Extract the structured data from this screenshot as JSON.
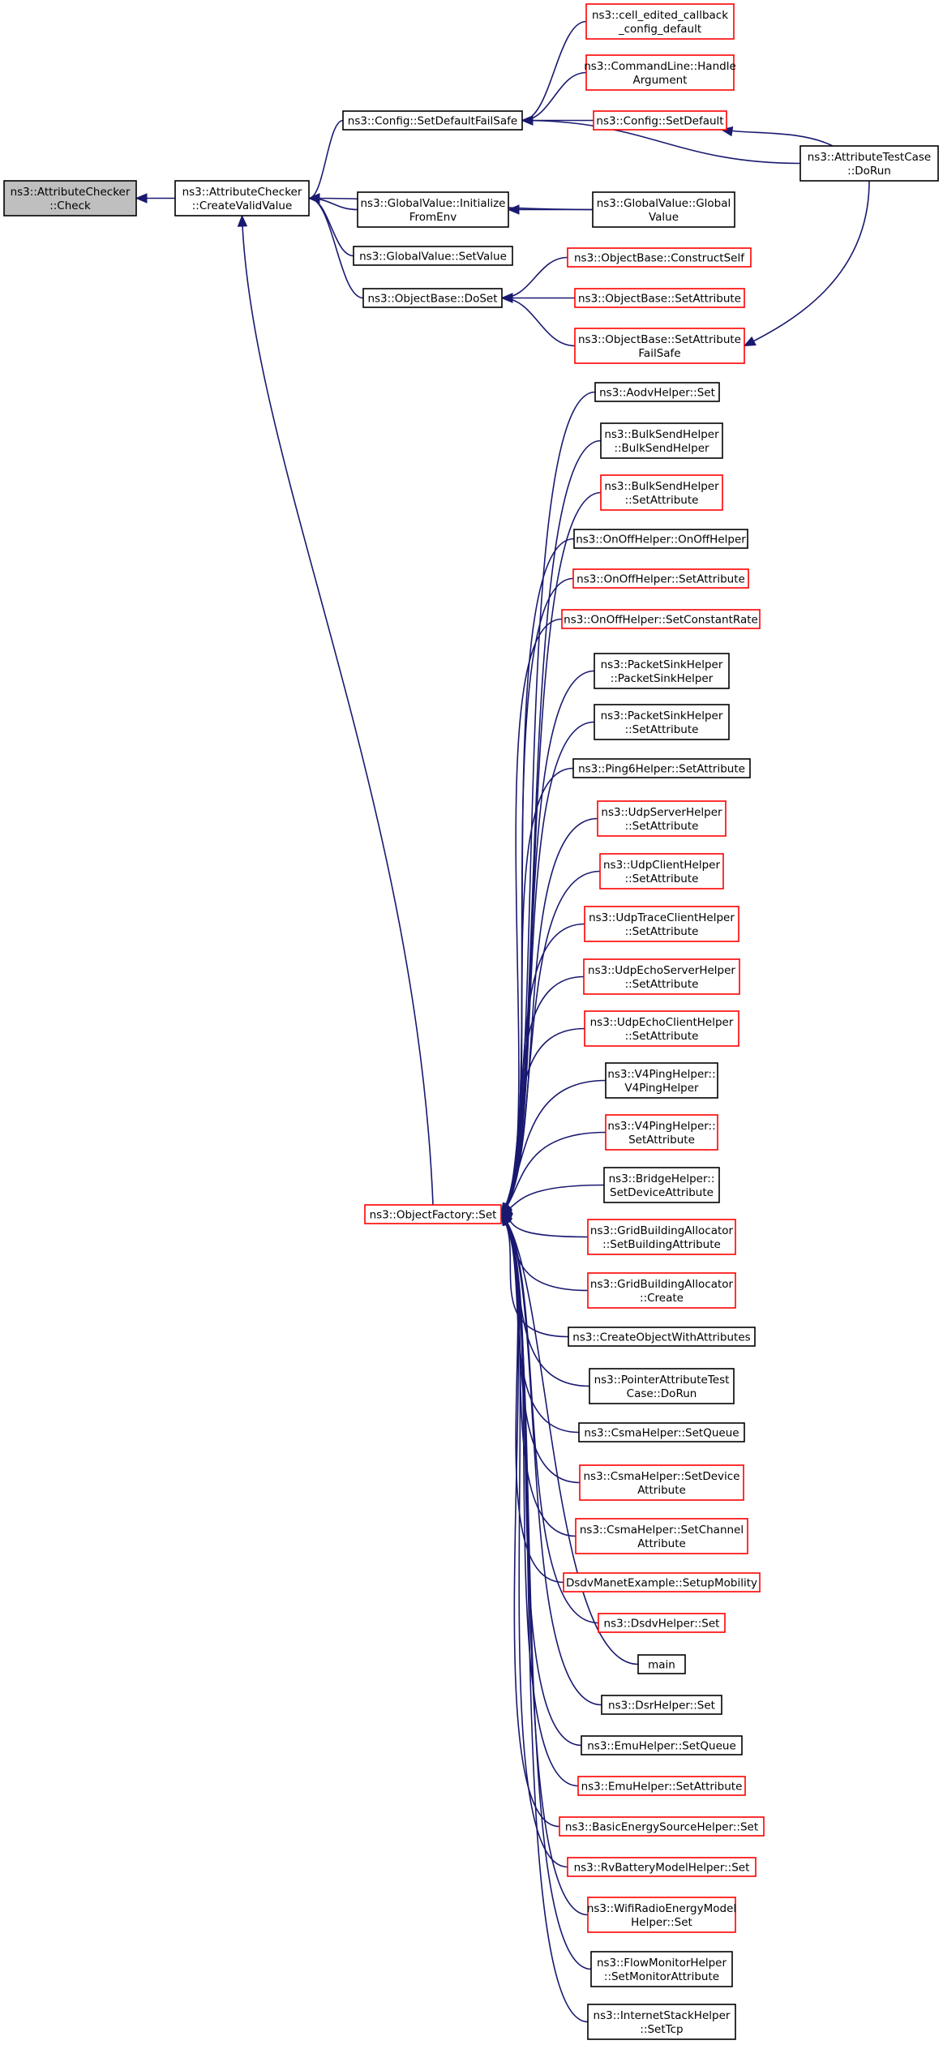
{
  "title": "",
  "nodes": {
    "check": {
      "lines": [
        "ns3::AttributeChecker",
        "::Check"
      ],
      "style": "root"
    },
    "createvalid": {
      "lines": [
        "ns3::AttributeChecker",
        "::CreateValidValue"
      ],
      "style": "black"
    },
    "setdefaultfailsafe": {
      "lines": [
        "ns3::Config::SetDefaultFailSafe"
      ],
      "style": "black"
    },
    "cellcb": {
      "lines": [
        "ns3::cell_edited_callback",
        "_config_default"
      ],
      "style": "red"
    },
    "cmdline": {
      "lines": [
        "ns3::CommandLine::Handle",
        "Argument"
      ],
      "style": "red"
    },
    "configsetdefault": {
      "lines": [
        "ns3::Config::SetDefault"
      ],
      "style": "red"
    },
    "attrtestcase": {
      "lines": [
        "ns3::AttributeTestCase",
        "::DoRun"
      ],
      "style": "black"
    },
    "gvinit": {
      "lines": [
        "ns3::GlobalValue::Initialize",
        "FromEnv"
      ],
      "style": "black"
    },
    "gvglobal": {
      "lines": [
        "ns3::GlobalValue::Global",
        "Value"
      ],
      "style": "black"
    },
    "gvsetvalue": {
      "lines": [
        "ns3::GlobalValue::SetValue"
      ],
      "style": "black"
    },
    "objbasedoset": {
      "lines": [
        "ns3::ObjectBase::DoSet"
      ],
      "style": "black"
    },
    "constructself": {
      "lines": [
        "ns3::ObjectBase::ConstructSelf"
      ],
      "style": "red"
    },
    "objsetattr": {
      "lines": [
        "ns3::ObjectBase::SetAttribute"
      ],
      "style": "red"
    },
    "objsetattrfs": {
      "lines": [
        "ns3::ObjectBase::SetAttribute",
        "FailSafe"
      ],
      "style": "red"
    },
    "objfactoryset": {
      "lines": [
        "ns3::ObjectFactory::Set"
      ],
      "style": "red"
    },
    "aodv": {
      "lines": [
        "ns3::AodvHelper::Set"
      ],
      "style": "black"
    },
    "bulkctor": {
      "lines": [
        "ns3::BulkSendHelper",
        "::BulkSendHelper"
      ],
      "style": "black"
    },
    "bulkattr": {
      "lines": [
        "ns3::BulkSendHelper",
        "::SetAttribute"
      ],
      "style": "red"
    },
    "onoffctor": {
      "lines": [
        "ns3::OnOffHelper::OnOffHelper"
      ],
      "style": "black"
    },
    "onoffattr": {
      "lines": [
        "ns3::OnOffHelper::SetAttribute"
      ],
      "style": "red"
    },
    "onoffrate": {
      "lines": [
        "ns3::OnOffHelper::SetConstantRate"
      ],
      "style": "red"
    },
    "pktsinkctor": {
      "lines": [
        "ns3::PacketSinkHelper",
        "::PacketSinkHelper"
      ],
      "style": "black"
    },
    "pktsinkattr": {
      "lines": [
        "ns3::PacketSinkHelper",
        "::SetAttribute"
      ],
      "style": "black"
    },
    "ping6": {
      "lines": [
        "ns3::Ping6Helper::SetAttribute"
      ],
      "style": "black"
    },
    "udpserver": {
      "lines": [
        "ns3::UdpServerHelper",
        "::SetAttribute"
      ],
      "style": "red"
    },
    "udpclient": {
      "lines": [
        "ns3::UdpClientHelper",
        "::SetAttribute"
      ],
      "style": "red"
    },
    "udptrace": {
      "lines": [
        "ns3::UdpTraceClientHelper",
        "::SetAttribute"
      ],
      "style": "red"
    },
    "udpechoserver": {
      "lines": [
        "ns3::UdpEchoServerHelper",
        "::SetAttribute"
      ],
      "style": "red"
    },
    "udpechoclient": {
      "lines": [
        "ns3::UdpEchoClientHelper",
        "::SetAttribute"
      ],
      "style": "red"
    },
    "v4pingctor": {
      "lines": [
        "ns3::V4PingHelper::",
        "V4PingHelper"
      ],
      "style": "black"
    },
    "v4pingattr": {
      "lines": [
        "ns3::V4PingHelper::",
        "SetAttribute"
      ],
      "style": "red"
    },
    "bridge": {
      "lines": [
        "ns3::BridgeHelper::",
        "SetDeviceAttribute"
      ],
      "style": "black"
    },
    "gridbuilding": {
      "lines": [
        "ns3::GridBuildingAllocator",
        "::SetBuildingAttribute"
      ],
      "style": "red"
    },
    "gridcreate": {
      "lines": [
        "ns3::GridBuildingAllocator",
        "::Create"
      ],
      "style": "red"
    },
    "createobj": {
      "lines": [
        "ns3::CreateObjectWithAttributes"
      ],
      "style": "black"
    },
    "pointertest": {
      "lines": [
        "ns3::PointerAttributeTest",
        "Case::DoRun"
      ],
      "style": "black"
    },
    "csmaqueue": {
      "lines": [
        "ns3::CsmaHelper::SetQueue"
      ],
      "style": "black"
    },
    "csmadevice": {
      "lines": [
        "ns3::CsmaHelper::SetDevice",
        "Attribute"
      ],
      "style": "red"
    },
    "csmachannel": {
      "lines": [
        "ns3::CsmaHelper::SetChannel",
        "Attribute"
      ],
      "style": "red"
    },
    "dsdvmanet": {
      "lines": [
        "DsdvManetExample::SetupMobility"
      ],
      "style": "red"
    },
    "dsdvset": {
      "lines": [
        "ns3::DsdvHelper::Set"
      ],
      "style": "red"
    },
    "main": {
      "lines": [
        "main"
      ],
      "style": "black"
    },
    "dsrset": {
      "lines": [
        "ns3::DsrHelper::Set"
      ],
      "style": "black"
    },
    "emuqueue": {
      "lines": [
        "ns3::EmuHelper::SetQueue"
      ],
      "style": "black"
    },
    "emuattr": {
      "lines": [
        "ns3::EmuHelper::SetAttribute"
      ],
      "style": "red"
    },
    "basicenergy": {
      "lines": [
        "ns3::BasicEnergySourceHelper::Set"
      ],
      "style": "red"
    },
    "rvbattery": {
      "lines": [
        "ns3::RvBatteryModelHelper::Set"
      ],
      "style": "red"
    },
    "wifiradio": {
      "lines": [
        "ns3::WifiRadioEnergyModel",
        "Helper::Set"
      ],
      "style": "red"
    },
    "flowmon": {
      "lines": [
        "ns3::FlowMonitorHelper",
        "::SetMonitorAttribute"
      ],
      "style": "black"
    },
    "internetstack": {
      "lines": [
        "ns3::InternetStackHelper",
        "::SetTcp"
      ],
      "style": "black"
    }
  },
  "edges": [
    [
      "createvalid",
      "check"
    ],
    [
      "setdefaultfailsafe",
      "createvalid"
    ],
    [
      "gvinit",
      "createvalid"
    ],
    [
      "gvglobal",
      "createvalid"
    ],
    [
      "gvsetvalue",
      "createvalid"
    ],
    [
      "objbasedoset",
      "createvalid"
    ],
    [
      "objfactoryset",
      "createvalid"
    ],
    [
      "cellcb",
      "setdefaultfailsafe"
    ],
    [
      "cmdline",
      "setdefaultfailsafe"
    ],
    [
      "configsetdefault",
      "setdefaultfailsafe"
    ],
    [
      "attrtestcase",
      "setdefaultfailsafe"
    ],
    [
      "attrtestcase",
      "configsetdefault"
    ],
    [
      "attrtestcase",
      "objsetattrfs"
    ],
    [
      "gvglobal",
      "gvinit"
    ],
    [
      "constructself",
      "objbasedoset"
    ],
    [
      "objsetattr",
      "objbasedoset"
    ],
    [
      "objsetattrfs",
      "objbasedoset"
    ],
    [
      "aodv",
      "objfactoryset"
    ],
    [
      "bulkctor",
      "objfactoryset"
    ],
    [
      "bulkattr",
      "objfactoryset"
    ],
    [
      "onoffctor",
      "objfactoryset"
    ],
    [
      "onoffattr",
      "objfactoryset"
    ],
    [
      "onoffrate",
      "objfactoryset"
    ],
    [
      "pktsinkctor",
      "objfactoryset"
    ],
    [
      "pktsinkattr",
      "objfactoryset"
    ],
    [
      "ping6",
      "objfactoryset"
    ],
    [
      "udpserver",
      "objfactoryset"
    ],
    [
      "udpclient",
      "objfactoryset"
    ],
    [
      "udptrace",
      "objfactoryset"
    ],
    [
      "udpechoserver",
      "objfactoryset"
    ],
    [
      "udpechoclient",
      "objfactoryset"
    ],
    [
      "v4pingctor",
      "objfactoryset"
    ],
    [
      "v4pingattr",
      "objfactoryset"
    ],
    [
      "bridge",
      "objfactoryset"
    ],
    [
      "gridbuilding",
      "objfactoryset"
    ],
    [
      "gridcreate",
      "objfactoryset"
    ],
    [
      "createobj",
      "objfactoryset"
    ],
    [
      "pointertest",
      "objfactoryset"
    ],
    [
      "csmaqueue",
      "objfactoryset"
    ],
    [
      "csmadevice",
      "objfactoryset"
    ],
    [
      "csmachannel",
      "objfactoryset"
    ],
    [
      "dsdvmanet",
      "objfactoryset"
    ],
    [
      "dsdvset",
      "objfactoryset"
    ],
    [
      "main",
      "objfactoryset"
    ],
    [
      "dsrset",
      "objfactoryset"
    ],
    [
      "emuqueue",
      "objfactoryset"
    ],
    [
      "emuattr",
      "objfactoryset"
    ],
    [
      "basicenergy",
      "objfactoryset"
    ],
    [
      "rvbattery",
      "objfactoryset"
    ],
    [
      "wifiradio",
      "objfactoryset"
    ],
    [
      "flowmon",
      "objfactoryset"
    ],
    [
      "internetstack",
      "objfactoryset"
    ]
  ]
}
